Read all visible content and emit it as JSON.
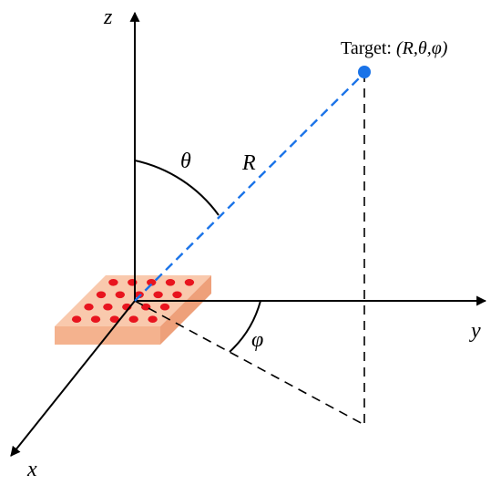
{
  "labels": {
    "z_axis": "z",
    "y_axis": "y",
    "x_axis": "x",
    "theta": "θ",
    "phi": "φ",
    "range": "R",
    "target_prefix": "Target: ",
    "target_coords": "(R,θ,φ)"
  },
  "colors": {
    "axis": "#000000",
    "range_line": "#1a73e8",
    "target_point": "#1a73e8",
    "array_top": "#f9c9ad",
    "array_front": "#f4b28e",
    "array_side": "#eea07a",
    "array_elements": "#e8141e"
  },
  "array": {
    "rows": 4,
    "columns": 5
  }
}
